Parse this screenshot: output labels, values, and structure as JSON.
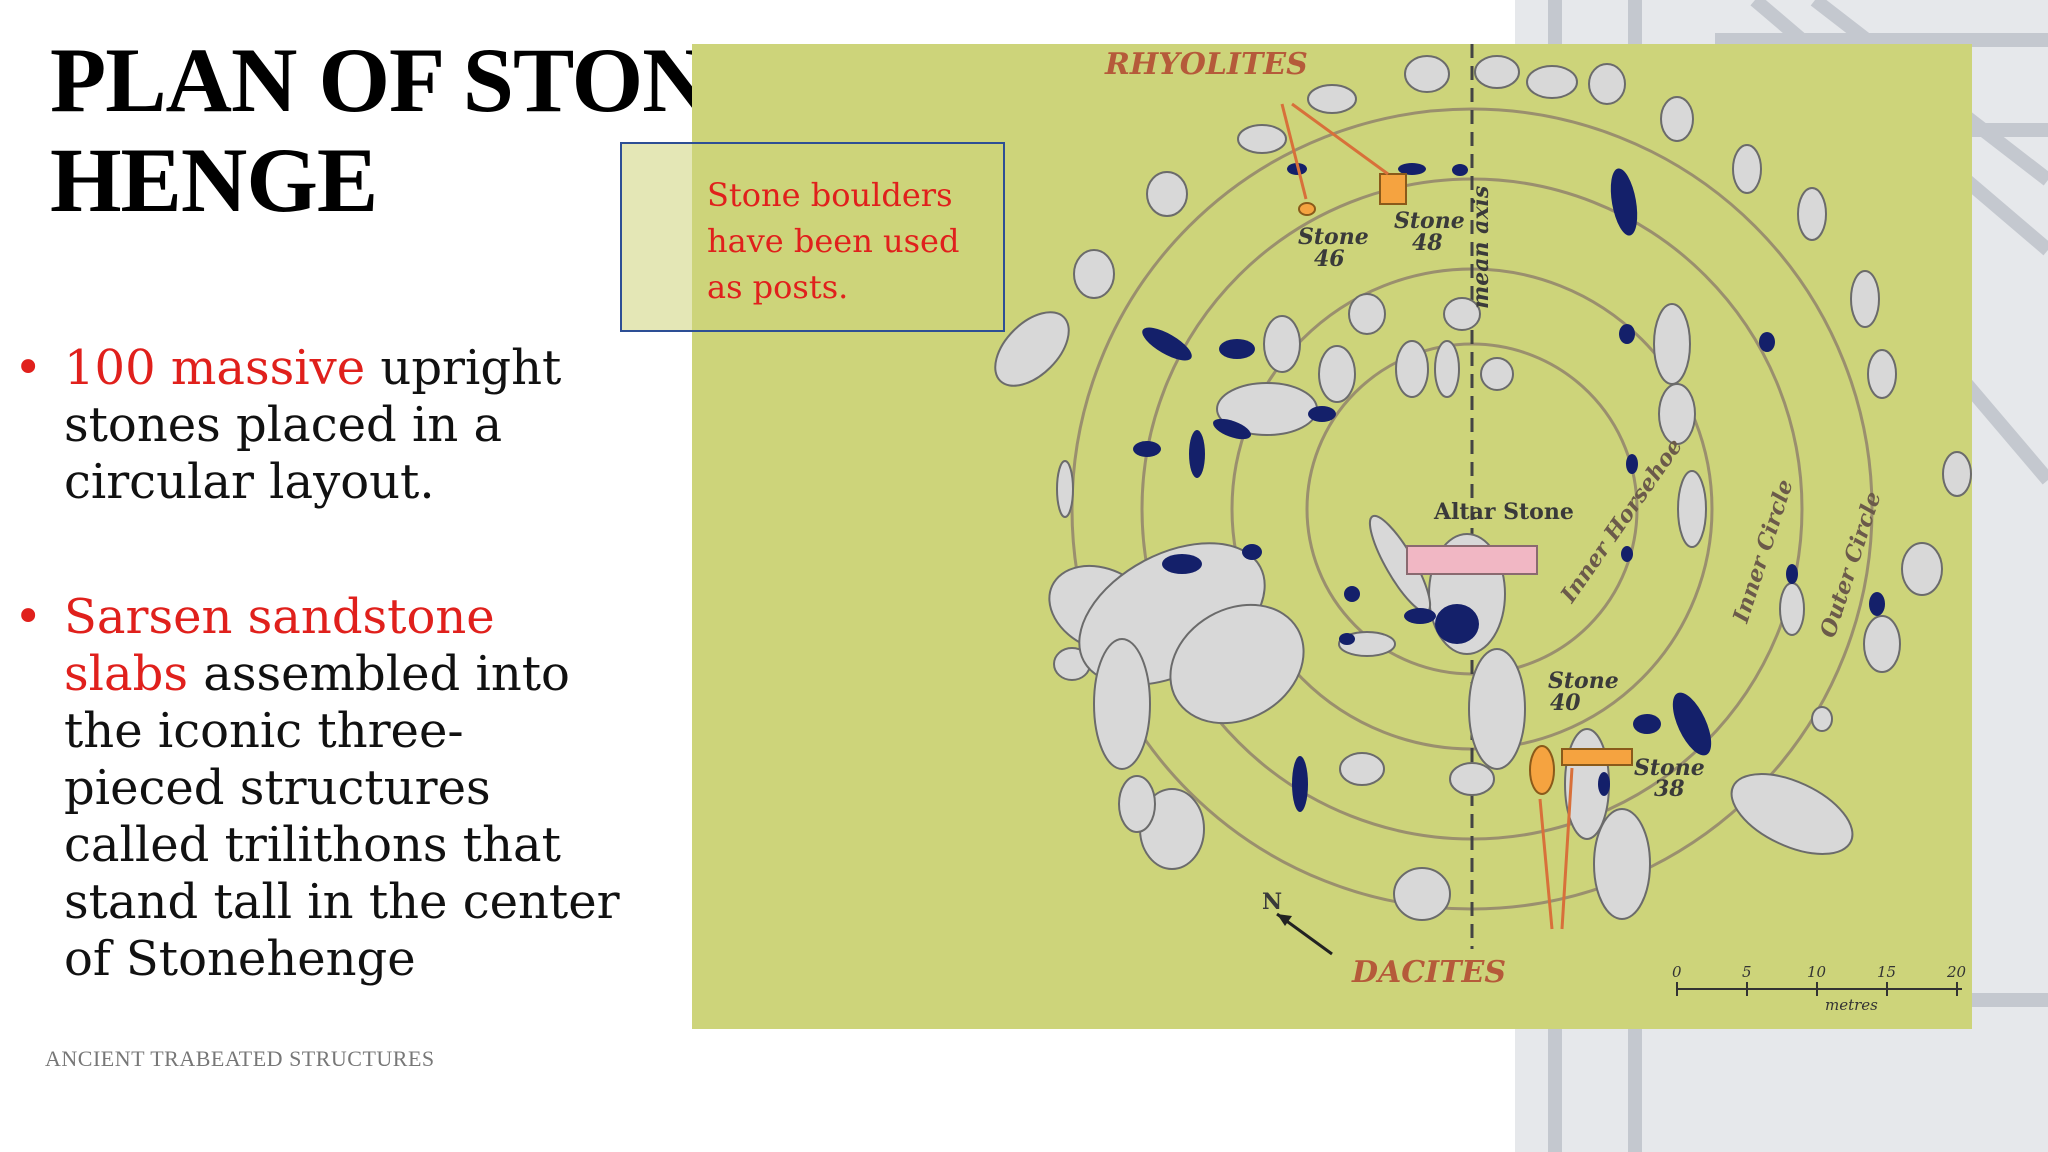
{
  "slide": {
    "title_line1": "PLAN OF STONE",
    "title_line2": "HENGE",
    "bullets": [
      {
        "highlight": "100 massive",
        "rest_line1": " upright",
        "rest": [
          "stones placed in a",
          "circular layout."
        ]
      },
      {
        "highlight_line1": "Sarsen sandstone",
        "highlight_line2": "slabs",
        "rest_line2": " assembled into",
        "rest": [
          "the iconic three-",
          "pieced structures",
          "called trilithons that",
          "stand tall in the center",
          "of Stonehenge"
        ]
      }
    ],
    "footer": "ANCIENT TRABEATED STRUCTURES",
    "callout": "Stone boulders have been used as posts."
  },
  "plan": {
    "rhyolites": "RHYOLITES",
    "dacites": "DACITES",
    "stone46": [
      "Stone",
      "46"
    ],
    "stone48": [
      "Stone",
      "48"
    ],
    "stone40": [
      "Stone",
      "40"
    ],
    "stone38": [
      "Stone",
      "38"
    ],
    "altar": "Altar Stone",
    "mean_axis": "mean axis",
    "inner_horseshoe": "Inner Horsehoe",
    "inner_circle": "Inner Circle",
    "outer_circle": "Outer Circle",
    "north": "N",
    "scale_ticks": [
      "0",
      "5",
      "10",
      "15",
      "20"
    ],
    "scale_unit": "metres"
  },
  "colors": {
    "accent_red": "#e0201c",
    "plan_bg": "#cdd47a",
    "callout_border": "#2d4f95",
    "bluestone": "#14206a",
    "orange": "#f5a340"
  }
}
